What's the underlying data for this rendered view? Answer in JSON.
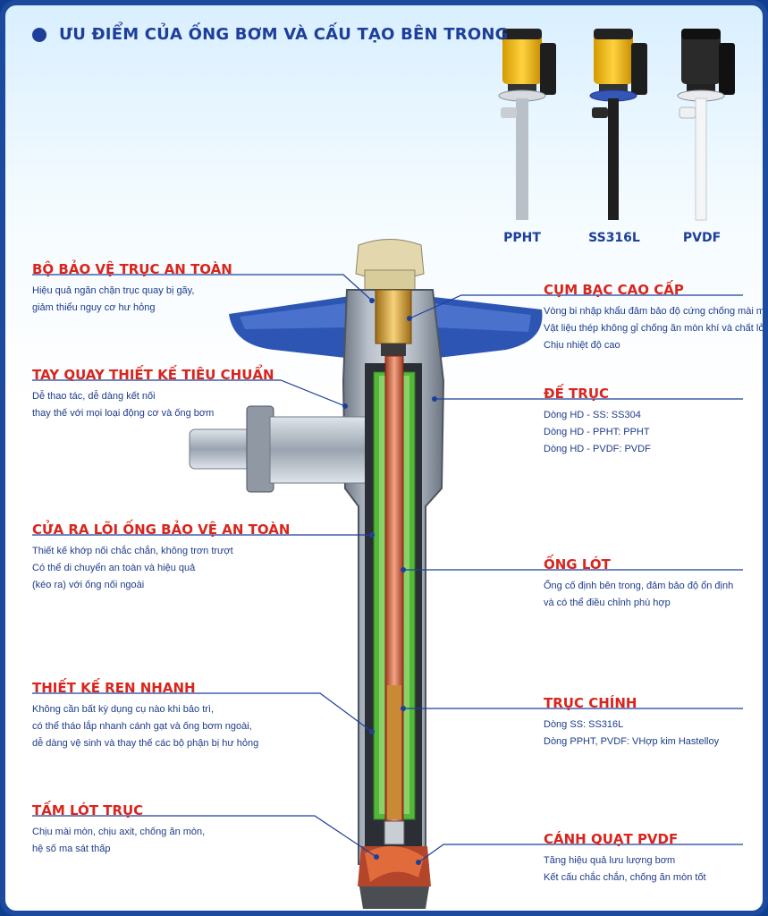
{
  "title": "ƯU ĐIỂM CỦA ỐNG BƠM VÀ CẤU TẠO BÊN TRONG",
  "models": [
    "PPHT",
    "SS316L",
    "PVDF"
  ],
  "left_labels": [
    {
      "title": "BỘ BẢO VỆ TRỤC AN TOÀN",
      "lines": [
        "Hiệu quả ngăn chặn trục quay bị gãy,",
        "giảm thiểu nguy cơ hư hỏng"
      ]
    },
    {
      "title": "TAY QUAY THIẾT KẾ TIÊU CHUẨN",
      "lines": [
        "Dễ thao tác, dễ dàng kết nối",
        "thay thế với mọi loại động cơ và ống bơm"
      ]
    },
    {
      "title": "CỬA RA LÕI ỐNG BẢO VỆ AN TOÀN",
      "lines": [
        "Thiết kế khớp nối chắc chắn, không trơn trượt",
        "Có thể di chuyển an toàn và hiệu quả",
        "(kéo ra) với ống nối ngoài"
      ]
    },
    {
      "title": "THIẾT KẾ REN NHANH",
      "lines": [
        "Không cần bất kỳ dụng cụ nào khi bảo trì,",
        "có thể tháo lắp nhanh cánh gạt và ống bơm ngoài,",
        "dễ dàng vệ sinh và thay thế các bộ phận bị hư hỏng"
      ]
    },
    {
      "title": "TẤM LÓT TRỤC",
      "lines": [
        "Chịu mài mòn, chịu axit, chống ăn mòn,",
        "hệ số ma sát thấp"
      ]
    }
  ],
  "right_labels": [
    {
      "title": "CỤM BẠC CAO CẤP",
      "lines": [
        "Vòng bi nhập khẩu đảm bảo độ cứng chống mài mòn",
        "Vật liệu thép không gỉ chống ăn mòn khí và chất lỏng",
        "Chịu nhiệt độ cao"
      ]
    },
    {
      "title": "ĐẾ TRỤC",
      "lines": [
        "Dòng HD - SS: SS304",
        "Dòng HD - PPHT:  PPHT",
        "Dòng HD - PVDF:  PVDF"
      ]
    },
    {
      "title": "ỐNG LÓT",
      "lines": [
        "Ống cố định bên trong, đảm bảo độ ổn định",
        "và có thể điều chỉnh phù hợp"
      ]
    },
    {
      "title": "TRỤC CHÍNH",
      "lines": [
        "Dòng SS: SS316L",
        "Dòng PPHT, PVDF: VHợp kim Hastelloy"
      ]
    },
    {
      "title": "CÁNH QUẠT PVDF",
      "lines": [
        "Tăng hiệu quả lưu lượng bơm",
        "Kết cấu chắc chắn, chống ăn mòn tốt"
      ]
    }
  ],
  "colors": {
    "heading": "#d9251d",
    "text": "#1e3b8c",
    "leader": "#1d3f9a",
    "title": "#1d3f9a"
  }
}
